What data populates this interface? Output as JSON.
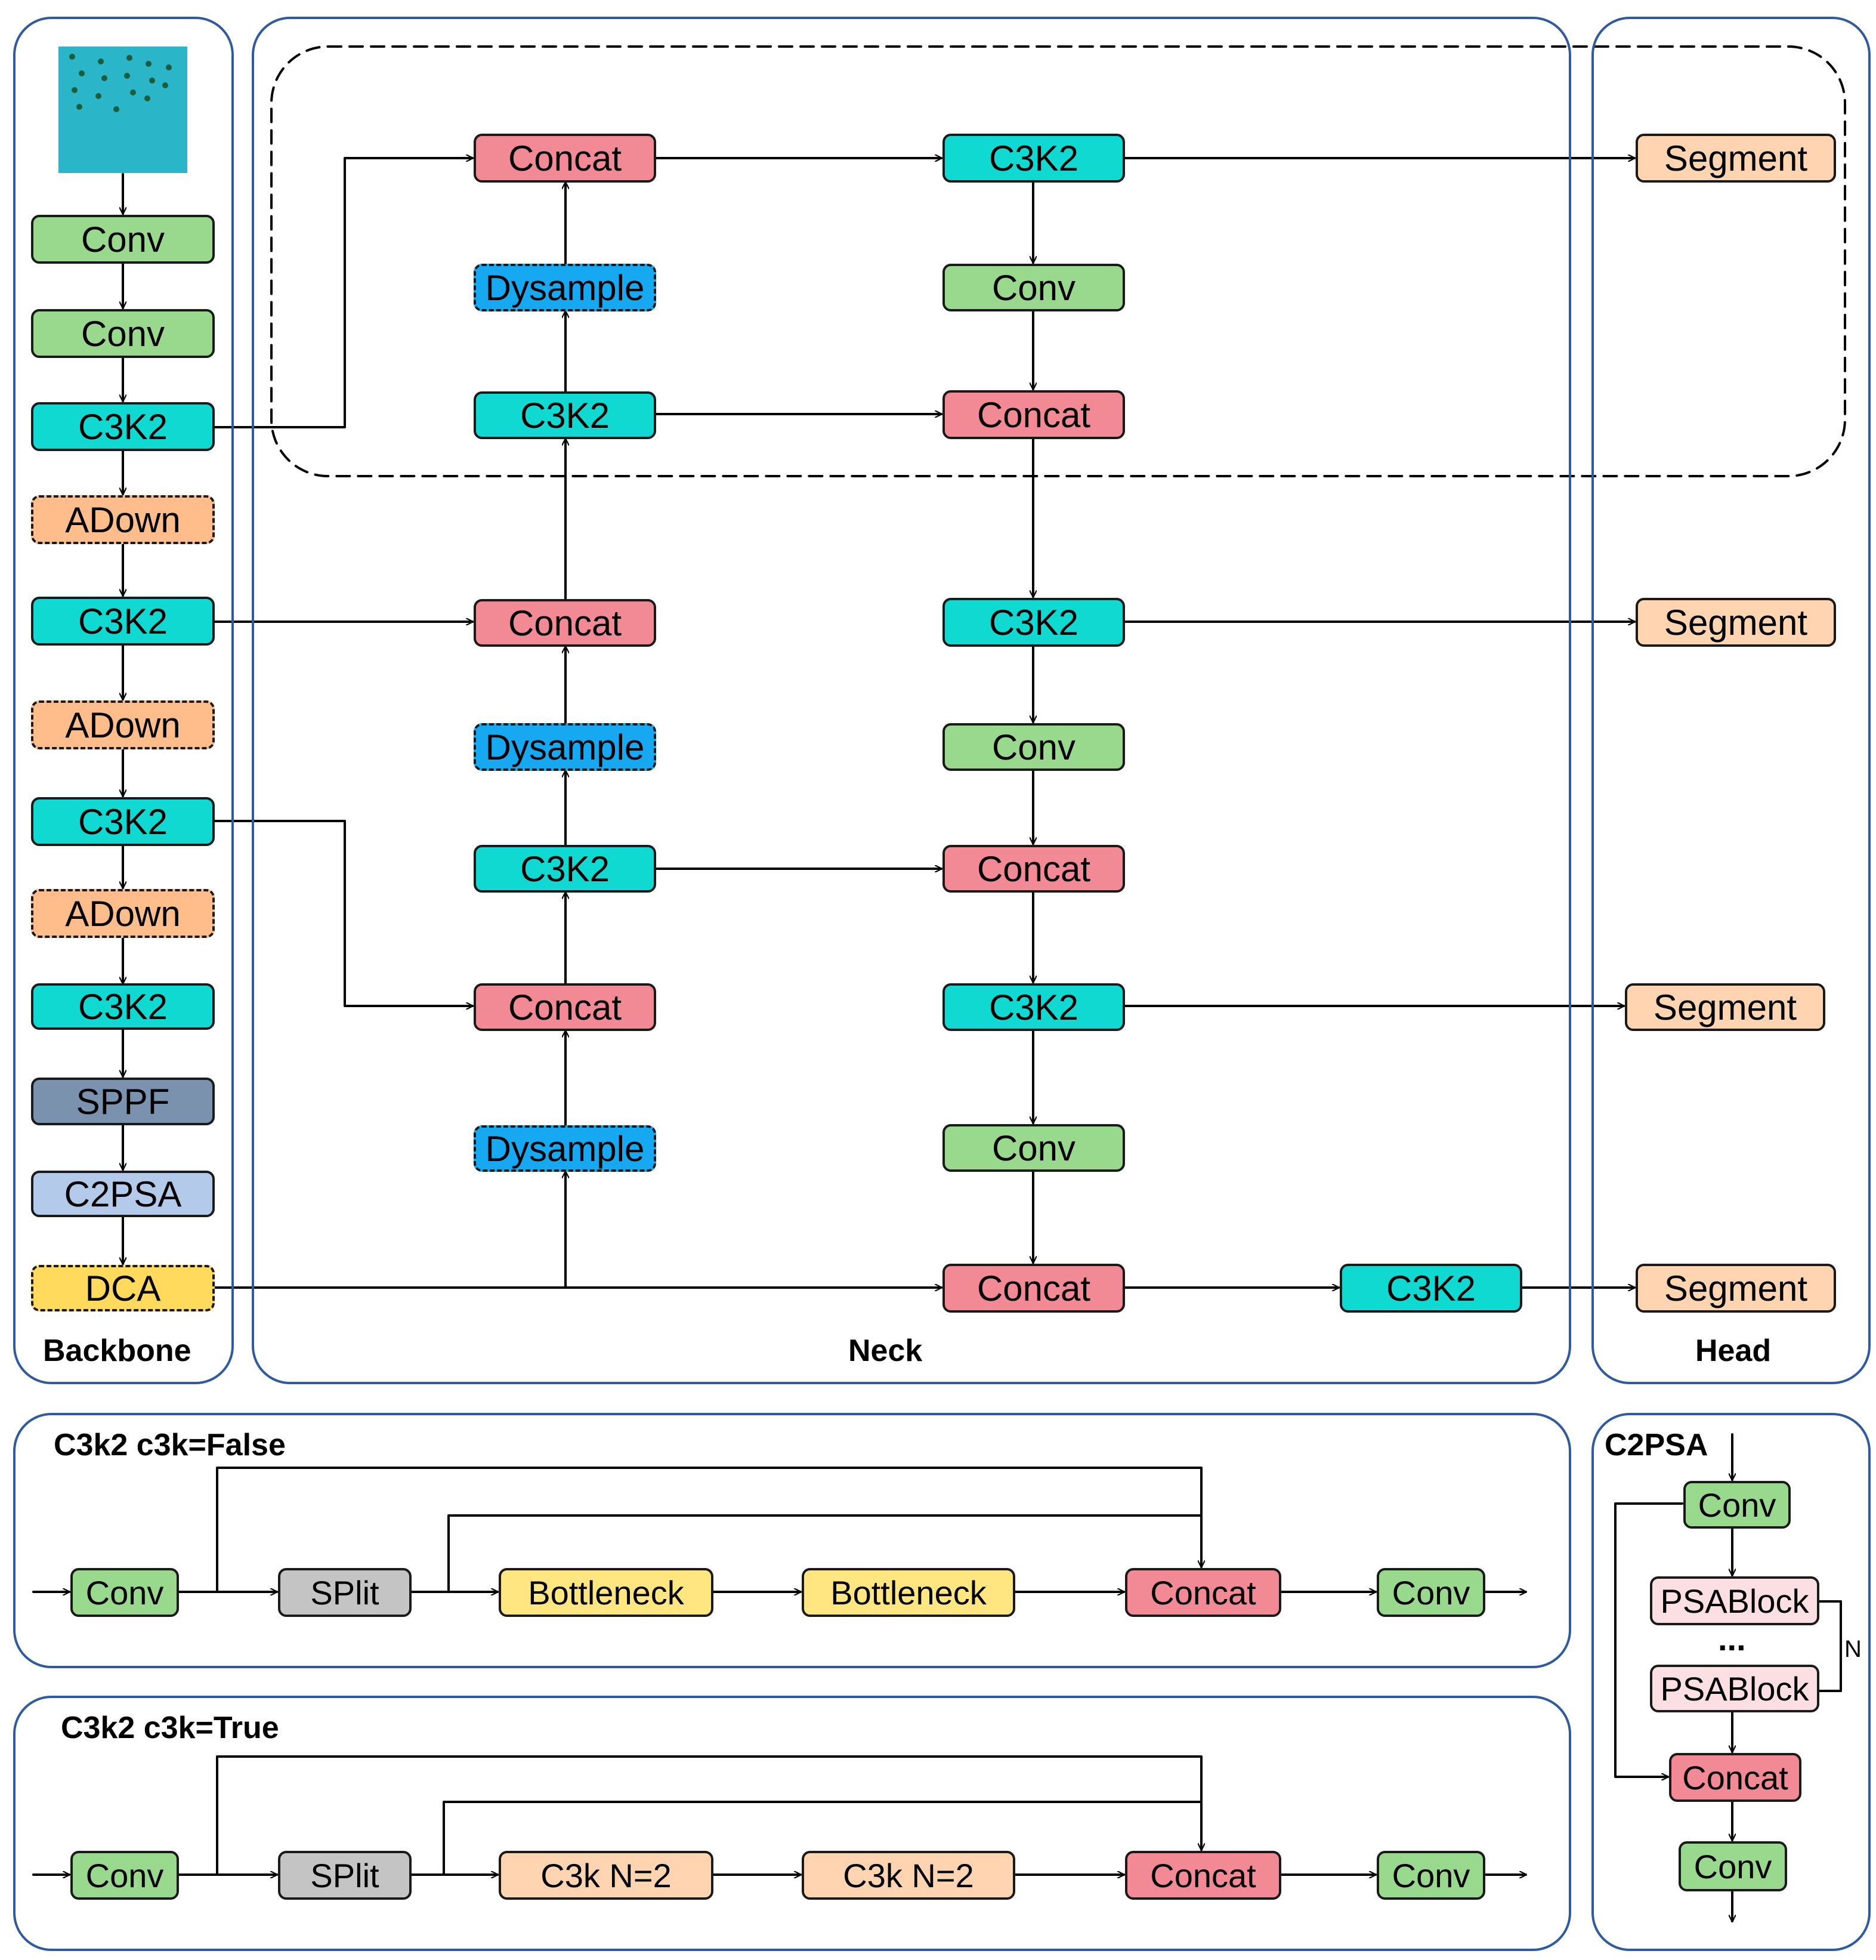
{
  "colors": {
    "panel_border": "#2d5aa0",
    "conv": "#98d98e",
    "c3k2": "#10d9d2",
    "adown": "#ffbd8c",
    "sppf": "#7a92ad",
    "c2psa": "#b4caeb",
    "dca": "#ffda5c",
    "concat": "#f28a96",
    "dysample": "#16a8f0",
    "segment": "#ffd4b0",
    "split": "#c4c4c4",
    "bottleneck": "#ffe680",
    "c3k": "#ffd4b0",
    "psablock": "#fbdfe2"
  },
  "panels": {
    "backbone": "Backbone",
    "neck": "Neck",
    "head": "Head",
    "c3k2_false": "C3k2 c3k=False",
    "c3k2_true": "C3k2 c3k=True",
    "c2psa": "C2PSA"
  },
  "backbone": [
    "Conv",
    "Conv",
    "C3K2",
    "ADown",
    "C3K2",
    "ADown",
    "C3K2",
    "ADown",
    "C3K2",
    "SPPF",
    "C2PSA",
    "DCA"
  ],
  "neck": {
    "col1": [
      "Concat",
      "Dysample",
      "C3K2",
      "Concat",
      "Dysample",
      "C3K2",
      "Concat",
      "Dysample"
    ],
    "col2": [
      "C3K2",
      "Conv",
      "Concat",
      "C3K2",
      "Conv",
      "Concat",
      "C3K2",
      "Conv",
      "Concat"
    ],
    "extra": "C3K2"
  },
  "head": [
    "Segment",
    "Segment",
    "Segment",
    "Segment"
  ],
  "c3k2_false": [
    "Conv",
    "SPlit",
    "Bottleneck",
    "Bottleneck",
    "Concat",
    "Conv"
  ],
  "c3k2_true": [
    "Conv",
    "SPlit",
    "C3k N=2",
    "C3k N=2",
    "Concat",
    "Conv"
  ],
  "c2psa_detail": {
    "boxes": [
      "Conv",
      "PSABlock",
      "PSABlock",
      "Concat",
      "Conv"
    ],
    "dots": "...",
    "n_label": "N"
  }
}
